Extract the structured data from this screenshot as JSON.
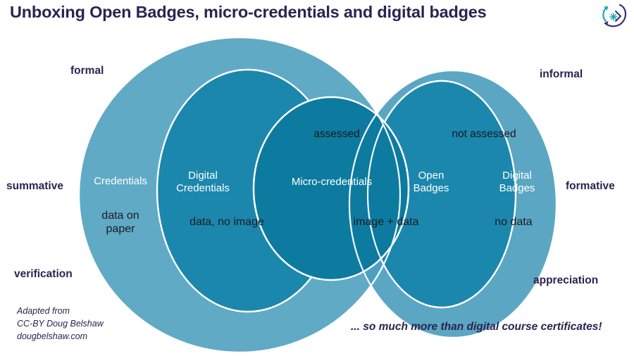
{
  "slide": {
    "title": "Unboxing Open Badges, micro-credentials and digital badges",
    "background_color": "#ffffff",
    "title_color": "#2b2350"
  },
  "logo": {
    "name": "circular-arrow-swirl-logo",
    "teal": "#19a9b5",
    "purple": "#3b2a6e"
  },
  "axis_labels": {
    "top_left": "formal",
    "top_right": "informal",
    "mid_left": "summative",
    "mid_right": "formative",
    "bottom_left": "verification",
    "bottom_right": "appreciation"
  },
  "venn": {
    "palette": {
      "outer": "#5ba7c3",
      "middle": "#1b87ad",
      "center": "#0d7b9f",
      "stroke": "#ffffff"
    },
    "sets": [
      {
        "id": "credentials",
        "name": "Credentials",
        "desc": "data on\npaper",
        "desc_line1": "data on",
        "desc_line2": "paper",
        "fill": "#5ba7c3"
      },
      {
        "id": "digital-credentials",
        "name": "Digital\nCredentials",
        "name_line1": "Digital",
        "name_line2": "Credentials",
        "desc": "data, no image",
        "fill": "#1b87ad"
      },
      {
        "id": "micro-credentials",
        "name": "Micro-credentials",
        "desc": "",
        "fill": "#0d7b9f"
      },
      {
        "id": "open-badges",
        "name": "Open\nBadges",
        "name_line1": "Open",
        "name_line2": "Badges",
        "desc": "image + data",
        "fill": "#1b87ad"
      },
      {
        "id": "digital-badges",
        "name": "Digital\nBadges",
        "name_line1": "Digital",
        "name_line2": "Badges",
        "desc": "no data",
        "fill": "#5ba7c3"
      }
    ],
    "labels": {
      "credentials": "Credentials",
      "credentials_desc_l1": "data on",
      "credentials_desc_l2": "paper",
      "digital_credentials_l1": "Digital",
      "digital_credentials_l2": "Credentials",
      "digital_credentials_desc": "data, no image",
      "micro_credentials": "Micro-credentials",
      "open_badges_l1": "Open",
      "open_badges_l2": "Badges",
      "open_badges_desc": "image + data",
      "digital_badges_l1": "Digital",
      "digital_badges_l2": "Badges",
      "digital_badges_desc": "no data",
      "assessed": "assessed",
      "not_assessed": "not assessed"
    }
  },
  "credit": {
    "line1": "Adapted from",
    "line2": "CC-BY  Doug Belshaw",
    "line3": "dougbelshaw.com"
  },
  "tagline": "... so much more than digital course certificates!"
}
